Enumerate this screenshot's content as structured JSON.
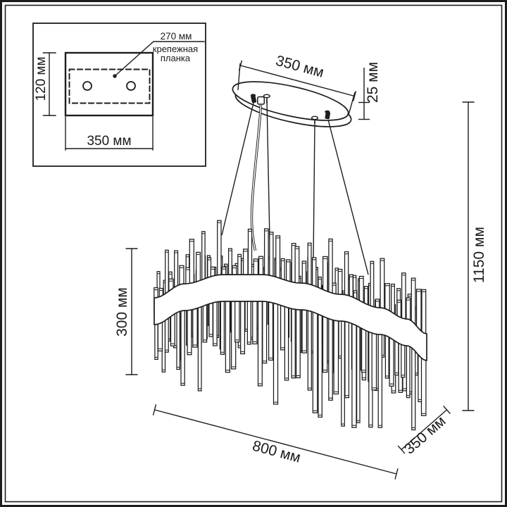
{
  "colors": {
    "ink": "#1d1d1d",
    "background": "#ffffff"
  },
  "inset": {
    "callout_value": "270 мм",
    "callout_label_line1": "крепежная",
    "callout_label_line2": "планка",
    "height_label": "120 мм",
    "width_label": "350 мм"
  },
  "canopy": {
    "width_label": "350 мм",
    "thickness_label": "25 мм"
  },
  "dimensions": {
    "overall_height_label": "1150 мм",
    "body_height_label": "300 мм",
    "length_label": "800 мм",
    "depth_label": "350 мм"
  }
}
